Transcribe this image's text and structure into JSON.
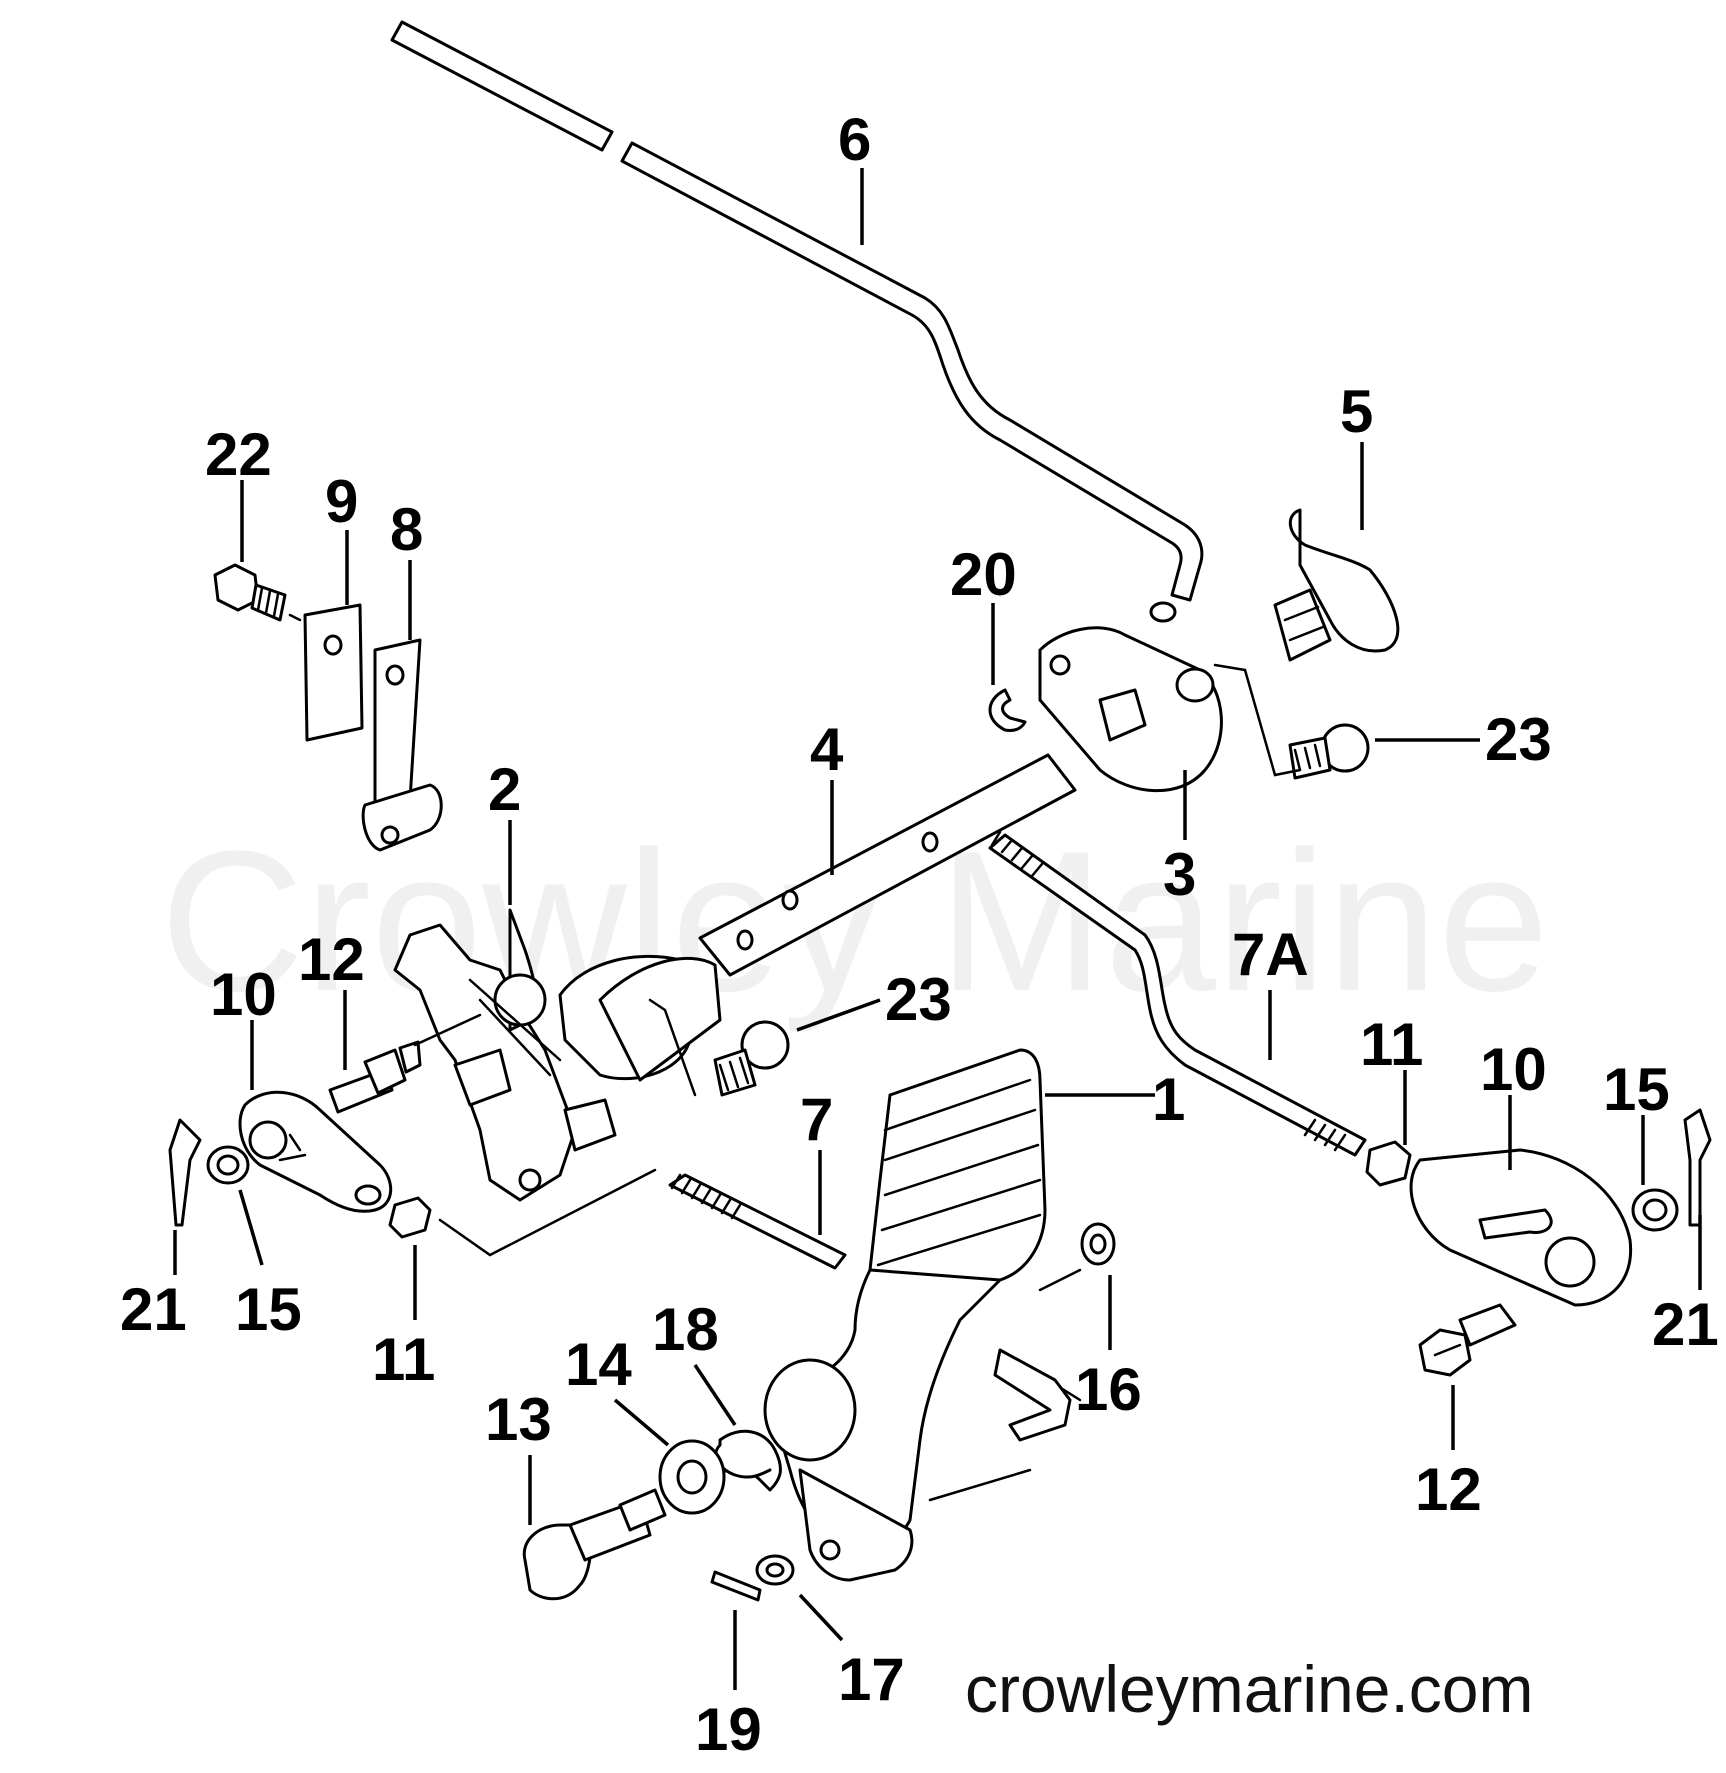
{
  "watermark": "Crowley Marine",
  "site": "crowleymarine.com",
  "callouts": [
    {
      "id": "c6",
      "text": "6"
    },
    {
      "id": "c5",
      "text": "5"
    },
    {
      "id": "c22",
      "text": "22"
    },
    {
      "id": "c9",
      "text": "9"
    },
    {
      "id": "c8",
      "text": "8"
    },
    {
      "id": "c20",
      "text": "20"
    },
    {
      "id": "c23a",
      "text": "23"
    },
    {
      "id": "c4",
      "text": "4"
    },
    {
      "id": "c2",
      "text": "2"
    },
    {
      "id": "c3",
      "text": "3"
    },
    {
      "id": "c7A",
      "text": "7A"
    },
    {
      "id": "c12a",
      "text": "12"
    },
    {
      "id": "c10a",
      "text": "10"
    },
    {
      "id": "c23b",
      "text": "23"
    },
    {
      "id": "c11a",
      "text": "11"
    },
    {
      "id": "c10b",
      "text": "10"
    },
    {
      "id": "c15a",
      "text": "15"
    },
    {
      "id": "c1",
      "text": "1"
    },
    {
      "id": "c7",
      "text": "7"
    },
    {
      "id": "c21a",
      "text": "21"
    },
    {
      "id": "c15b",
      "text": "15"
    },
    {
      "id": "c11b",
      "text": "11"
    },
    {
      "id": "c21b",
      "text": "21"
    },
    {
      "id": "c18",
      "text": "18"
    },
    {
      "id": "c14",
      "text": "14"
    },
    {
      "id": "c16",
      "text": "16"
    },
    {
      "id": "c13",
      "text": "13"
    },
    {
      "id": "c12b",
      "text": "12"
    },
    {
      "id": "c17",
      "text": "17"
    },
    {
      "id": "c19",
      "text": "19"
    }
  ]
}
